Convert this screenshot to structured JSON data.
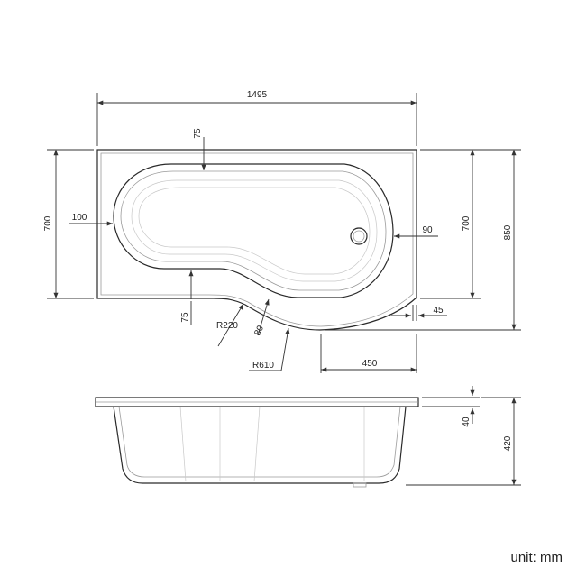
{
  "dimensions": {
    "overall_length": "1495",
    "rim_top": "75",
    "left_width": "700",
    "left_rim": "100",
    "right_width": "700",
    "overall_width": "850",
    "waste_offset": "90",
    "step_offset": "45",
    "step_rim": "75",
    "inner_radius": "R220",
    "bulge_rim": "80",
    "outer_radius": "R610",
    "bulge_length": "450",
    "rim_thickness": "40",
    "depth": "420"
  },
  "unit_label": "unit: mm",
  "colors": {
    "line": "#3a3a3a",
    "background": "#ffffff"
  }
}
